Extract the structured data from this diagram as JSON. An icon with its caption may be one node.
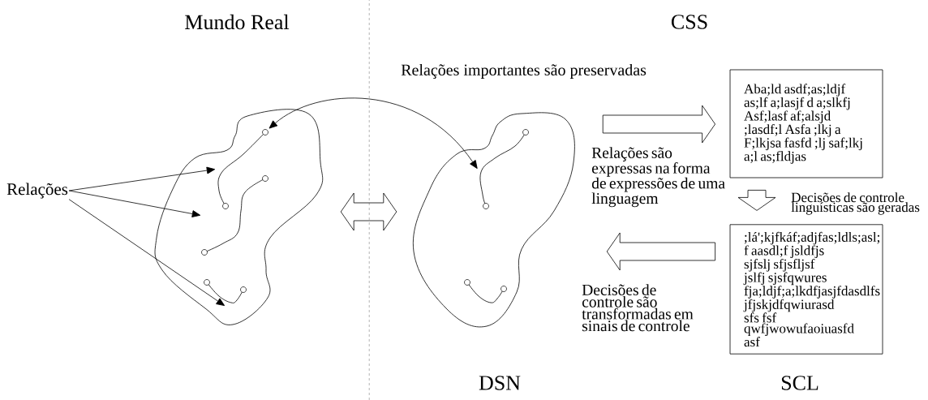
{
  "diagram": {
    "nodes": [
      {
        "text": [
          "Relações"
        ]
      },
      {
        "text": [],
        "shape": "blob"
      },
      {
        "text": [],
        "shape": "curve",
        "in": 1
      },
      {
        "text": [],
        "shape": "curve",
        "in": 1
      },
      {
        "text": [],
        "shape": "curve",
        "in": 1
      },
      {
        "text": [],
        "shape": "blob"
      },
      {
        "text": [],
        "shape": "curve",
        "in": 5
      },
      {
        "text": [],
        "shape": "curve",
        "in": 5
      },
      {
        "text": [
          "Aba;ld asdf;as;ldjf as;lf a;lasjf d a;slkfj Asf;lasf af;alsjd ;lasdf;l Asfa ;lkj a F;lkjsa fasfd ;lj saf;lkj a;l as;fldjas"
        ]
      },
      {
        "text": [
          ";lá';kjfkáf;adjfas;ldls;asl; f aasdl;f jsldfjs sjfslj sfjsfljsf jslfj sjsfqwures fja;ldjf;a;lkdfjasjfdasdlfs jfjskjdfqwiurasd sfs fsf qwfjwowufaoiuasfd asf"
        ]
      }
    ],
    "edges": [
      {
        "from": 0,
        "to": 2,
        "arrow": "to"
      },
      {
        "from": 0,
        "to": 3,
        "arrow": "to"
      },
      {
        "from": 0,
        "to": 4,
        "arrow": "to"
      },
      {
        "from": 2,
        "to": 6,
        "arrow": "both"
      },
      {
        "from": 1,
        "to": 5,
        "arrow": "both",
        "style": "thick"
      },
      {
        "from": 5,
        "to": 8,
        "arrow": "to",
        "style": "thick"
      },
      {
        "from": 8,
        "to": 9,
        "arrow": "to",
        "style": "thick"
      },
      {
        "from": 9,
        "to": 5,
        "arrow": "to",
        "style": "thick"
      }
    ],
    "labels": [
      "Mundo Real",
      "CSS",
      "Relações importantes são preservadas",
      "Relações são expressas na forma de expressões de uma linguagem",
      "Decisões de controle linguísticas são geradas",
      "Decisões de controle são transformadas em sinais de controle",
      "DSN",
      "SCL"
    ]
  }
}
